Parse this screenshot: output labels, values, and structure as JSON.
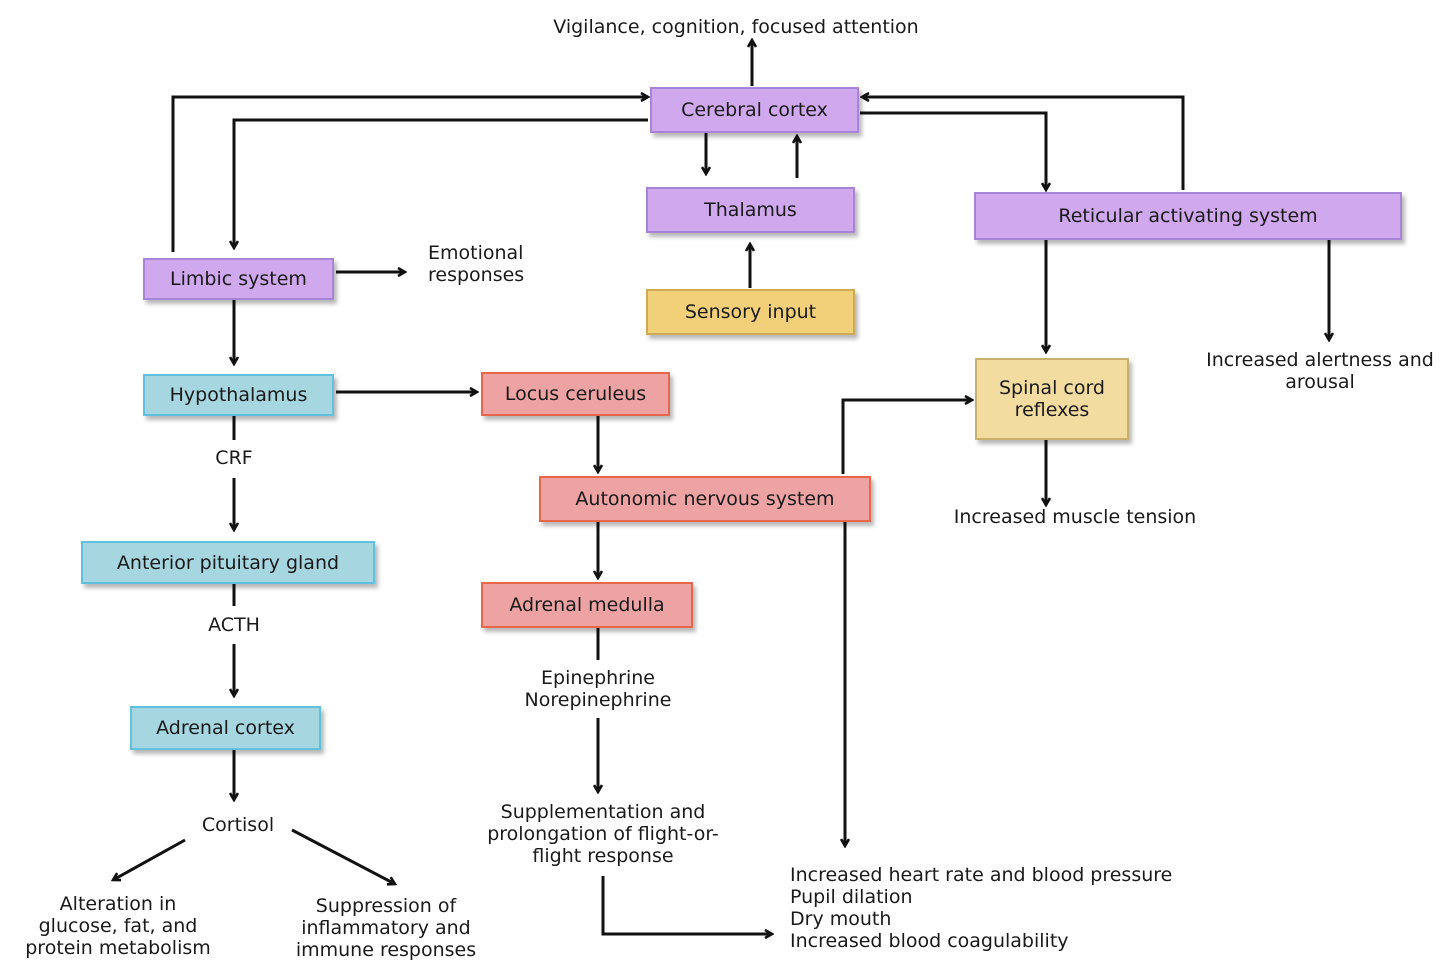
{
  "nodes": {
    "cerebral_cortex": "Cerebral cortex",
    "thalamus": "Thalamus",
    "reticular_activating_system": "Reticular activating system",
    "limbic_system": "Limbic system",
    "sensory_input": "Sensory input",
    "hypothalamus": "Hypothalamus",
    "locus_ceruleus": "Locus ceruleus",
    "spinal_cord_reflexes": [
      "Spinal cord",
      "reflexes"
    ],
    "autonomic_nervous_system": "Autonomic nervous system",
    "anterior_pituitary_gland": "Anterior pituitary gland",
    "adrenal_medulla": "Adrenal medulla",
    "adrenal_cortex": "Adrenal cortex"
  },
  "labels": {
    "vigilance": "Vigilance, cognition, focused attention",
    "emotional_responses": [
      "Emotional",
      "responses"
    ],
    "increased_alertness": [
      "Increased alertness and",
      "arousal"
    ],
    "crf": "CRF",
    "increased_muscle_tension": "Increased muscle tension",
    "acth": "ACTH",
    "epinephrine": [
      "Epinephrine",
      "Norepinephrine"
    ],
    "cortisol": "Cortisol",
    "supplementation": [
      "Supplementation and",
      "prolongation of flight-or-",
      "flight response"
    ],
    "alteration": [
      "Alteration in",
      "glucose, fat, and",
      "protein metabolism"
    ],
    "suppression": [
      "Suppression of",
      "inflammatory and",
      "immune responses"
    ],
    "effects": [
      "Increased heart rate and blood pressure",
      "Pupil dilation",
      "Dry mouth",
      "Increased blood coagulability"
    ]
  },
  "colors": {
    "limbic_cortex": "#cfa8ee",
    "hpa_axis": "#a6d6e0",
    "sympathetic": "#eda3a3",
    "sensory": "#f2d07a",
    "spinal": "#f3dca0"
  }
}
